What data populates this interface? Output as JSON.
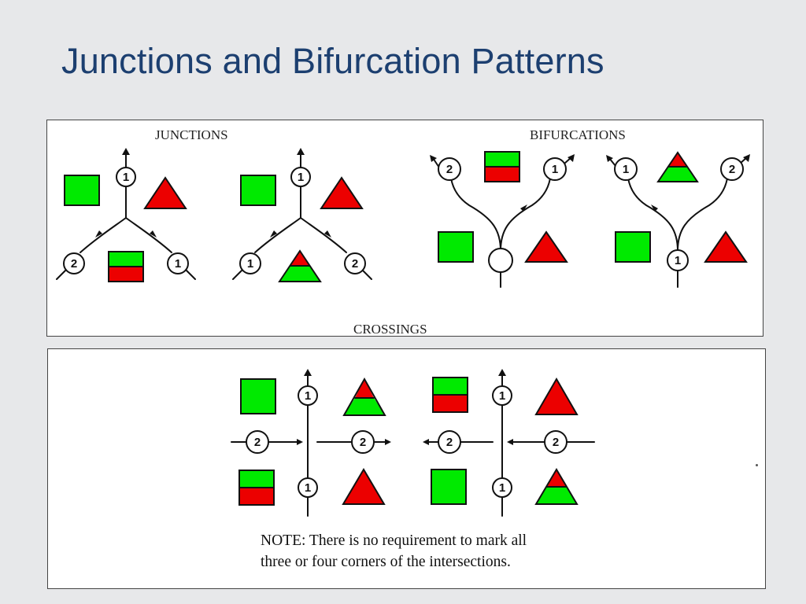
{
  "slide": {
    "title": "Junctions and Bifurcation Patterns"
  },
  "top_panel": {
    "junctions_label": "JUNCTIONS",
    "bifurcations_label": "BIFURCATIONS",
    "crossings_label": "CROSSINGS"
  },
  "bottom_panel": {
    "note_line1": "NOTE: There is no requirement to mark all",
    "note_line2": "three or four corners of the intersections."
  },
  "route_numbers": {
    "one": "1",
    "two": "2"
  },
  "colors": {
    "title": "#1c3f70",
    "green": "#00ea00",
    "red": "#ec0000",
    "background": "#e7e8ea"
  }
}
